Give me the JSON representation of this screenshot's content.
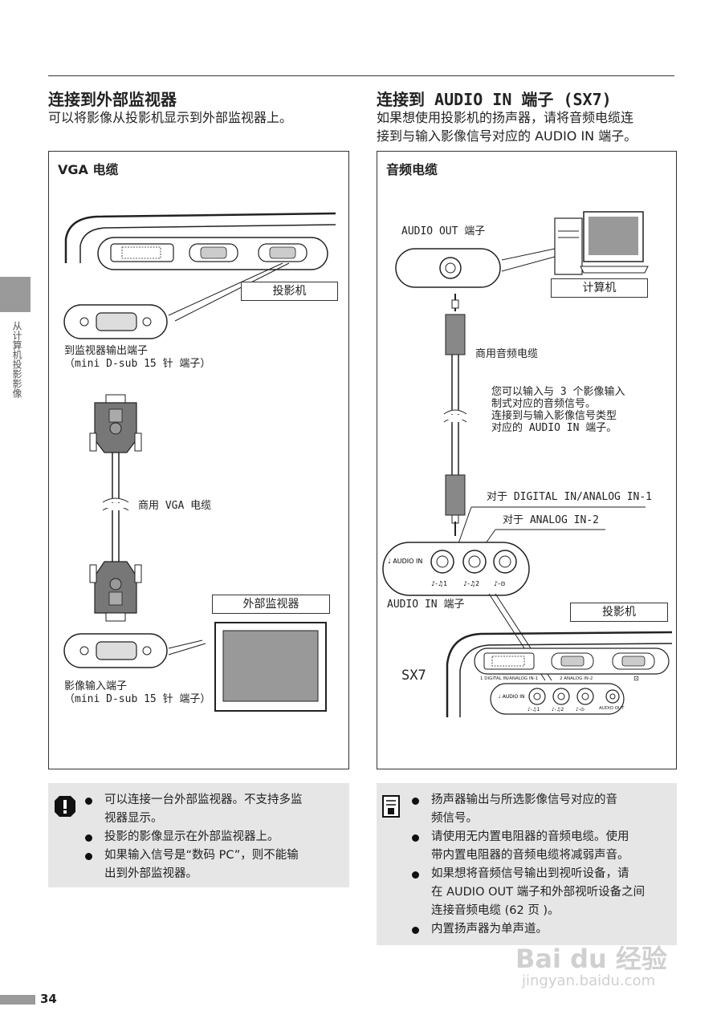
{
  "left": {
    "heading": "连接到外部监视器",
    "lead": "可以将影像从投影机显示到外部监视器上。",
    "panel_title": "VGA 电缆",
    "projector_label": "投影机",
    "monitor_out_label_1": "到监视器输出端子",
    "monitor_out_label_2": "（mini D-sub 15 针 端子）",
    "cable_label": "商用 VGA 电缆",
    "external_monitor_label": "外部监视器",
    "image_in_label_1": "影像输入端子",
    "image_in_label_2": "（mini D-sub 15 针 端子）",
    "notes": [
      "可以连接一台外部监视器。不支持多监",
      "视器显示。",
      "投影的影像显示在外部监视器上。",
      "如果输入信号是“数码 PC”，则不能输",
      "出到外部监视器。"
    ]
  },
  "right": {
    "heading": "连接到 AUDIO IN 端子 (SX7)",
    "lead_1": "如果想使用投影机的扬声器，请将音频电缆连",
    "lead_2": "接到与输入影像信号对应的 AUDIO IN 端子。",
    "panel_title": "音频电缆",
    "audio_out_label": "AUDIO OUT 端子",
    "computer_label": "计算机",
    "cable_label": "商用音频电缆",
    "info_1": "您可以输入与 3 个影像输入",
    "info_2": "制式对应的音频信号。",
    "info_3": "连接到与输入影像信号类型",
    "info_4": "对应的 AUDIO IN 端子。",
    "digital_in_label": "对于 DIGITAL IN/ANALOG IN-1",
    "analog_in2_label": "对于 ANALOG IN-2",
    "audio_in_small": "AUDIO IN",
    "audio_in_terminal_label": "AUDIO IN 端子",
    "projector_label": "投影机",
    "model_label": "SX7",
    "port_label_1": "1 DIGITAL IN/ANALOG IN-1",
    "port_label_2": "2 ANALOG IN-2",
    "audio_out_small": "AUDIO OUT",
    "notes": [
      "扬声器输出与所选影像信号对应的音",
      "频信号。",
      "请使用无内置电阻器的音频电缆。使用",
      "带内置电阻器的音频电缆将减弱声音。",
      "如果想将音频信号输出到视听设备，请",
      "在 AUDIO OUT 端子和外部视听设备之间",
      "连接音频电缆 (62 页 )。",
      "内置扬声器为单声道。"
    ]
  },
  "side_tab_text": "从计算机投影影像",
  "page_number": "34",
  "watermark_1": "Bai du 经验",
  "watermark_2": "jingyan.baidu.com"
}
